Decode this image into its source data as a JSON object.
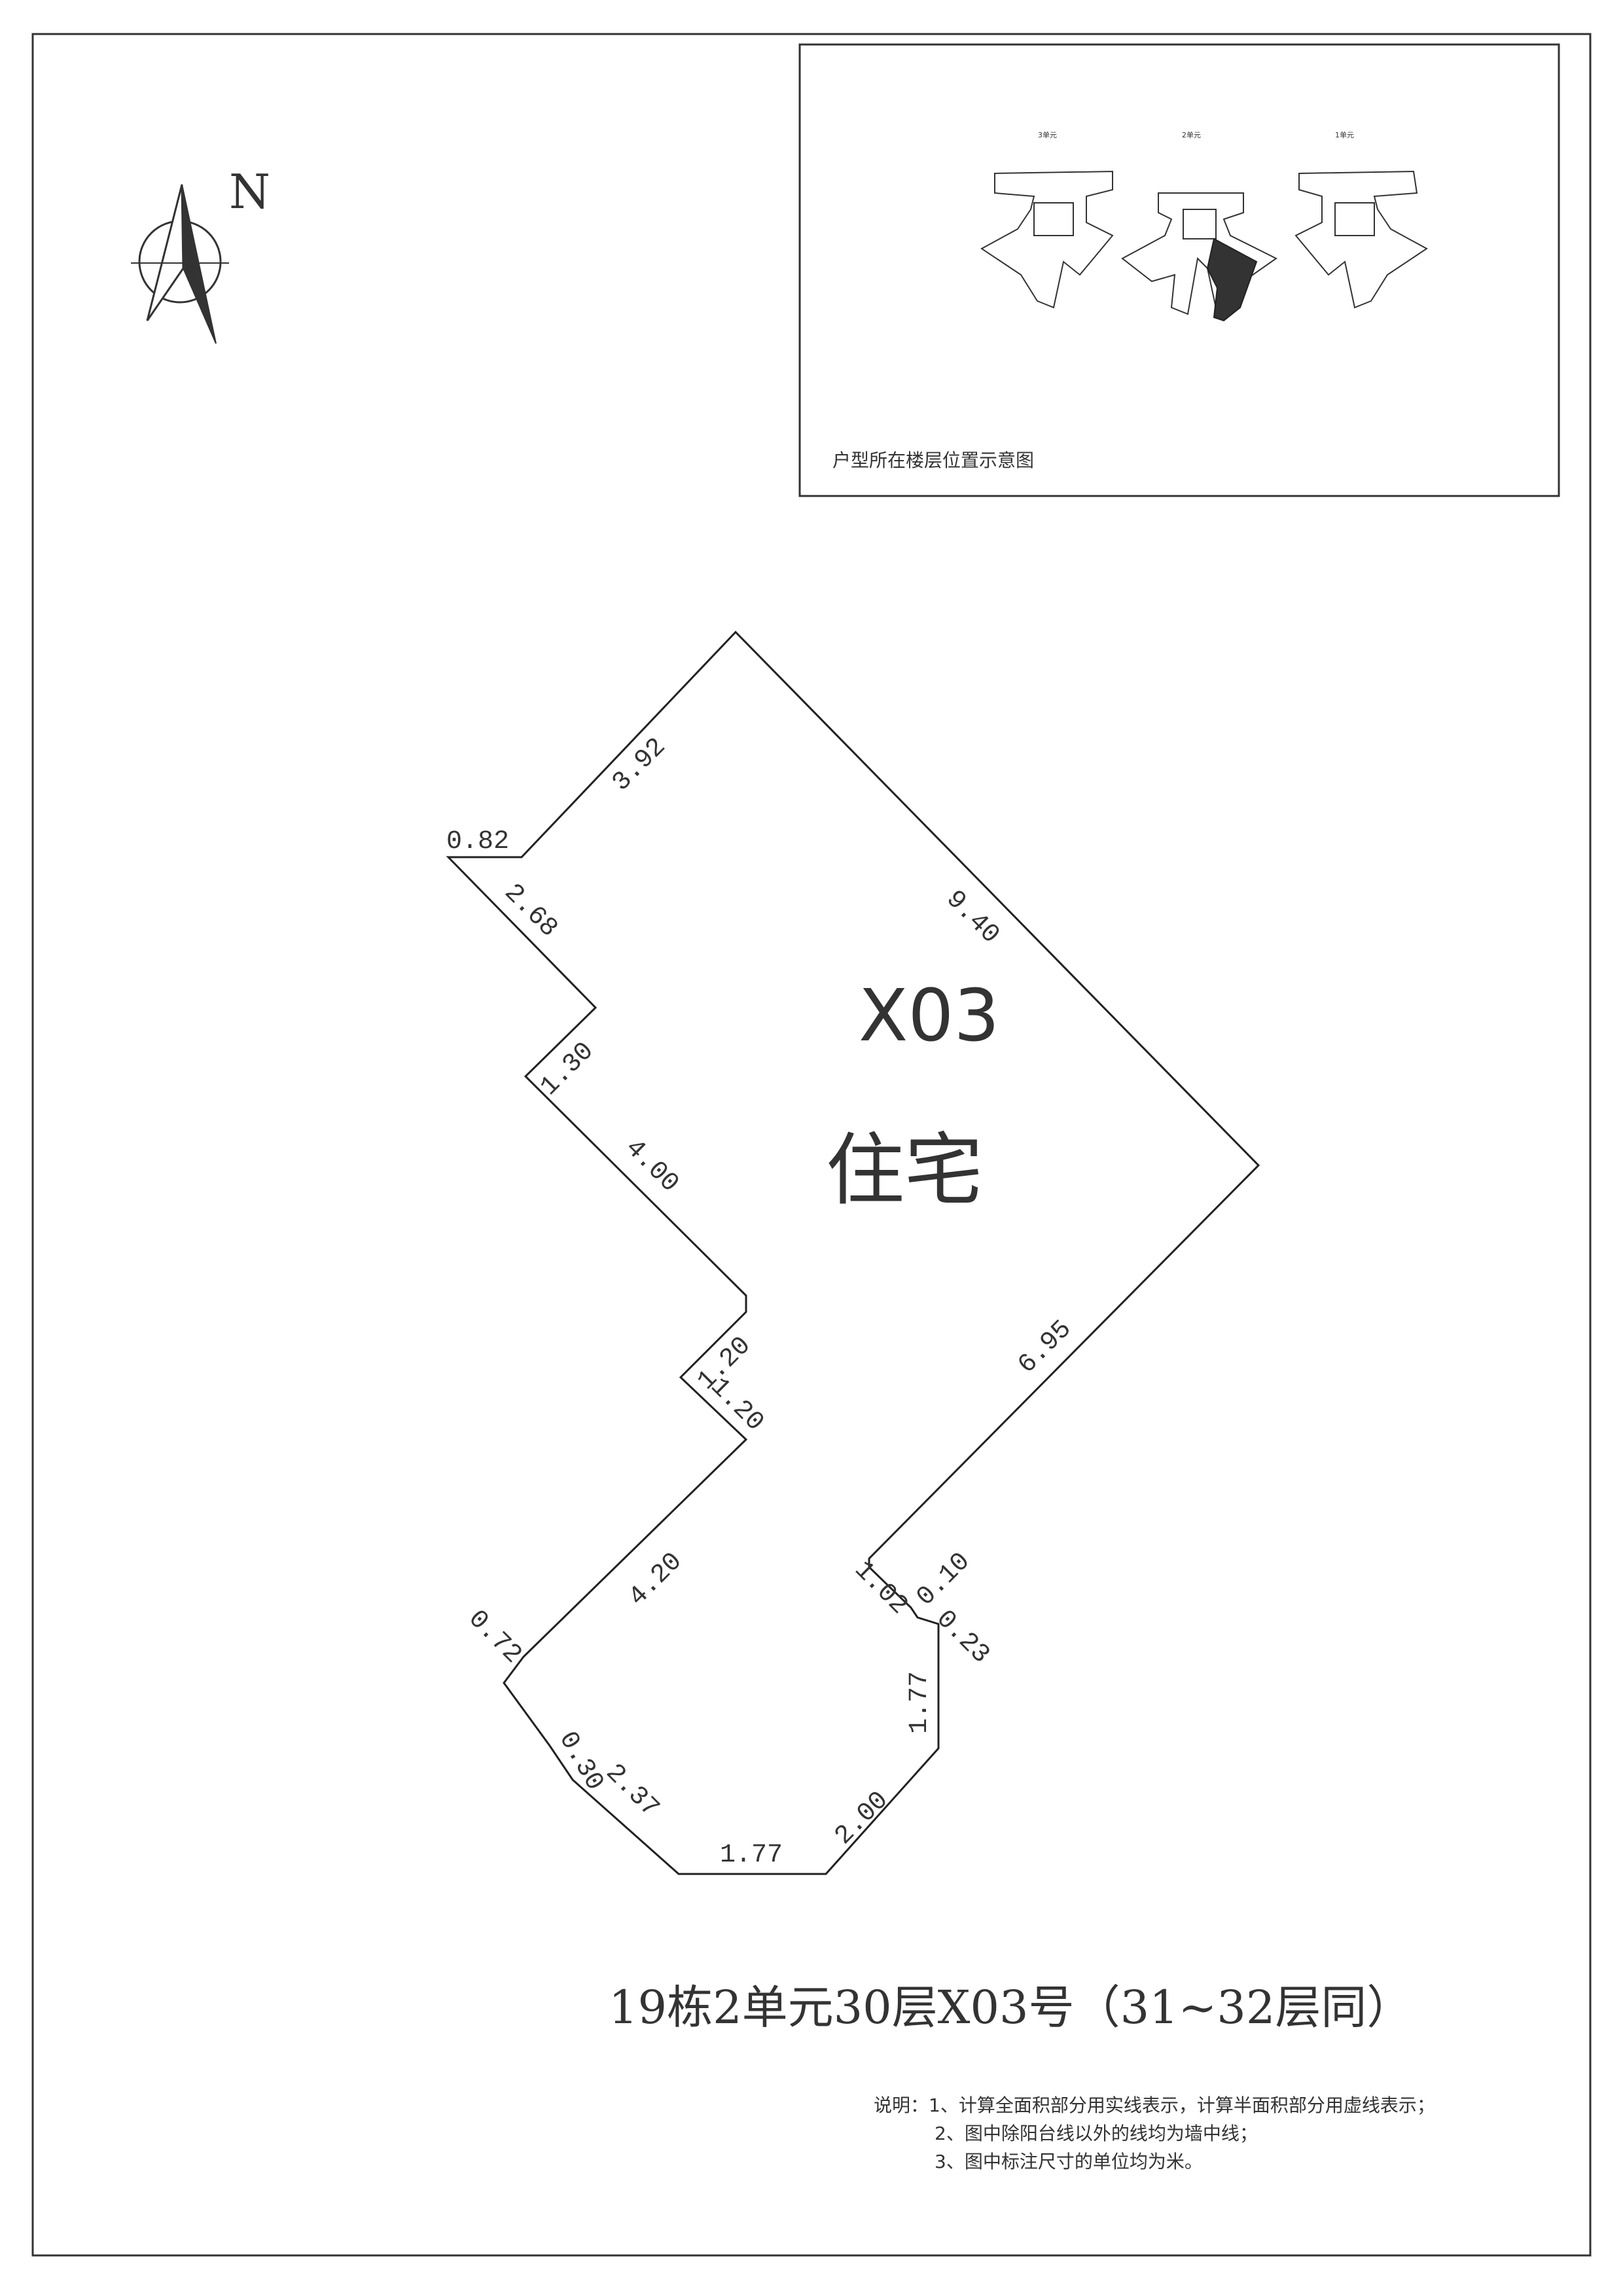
{
  "north_label": "N",
  "key_plan": {
    "caption": "户型所在楼层位置示意图",
    "units": [
      "3单元",
      "2单元",
      "1单元"
    ]
  },
  "unit": {
    "code": "X03",
    "use": "住宅"
  },
  "dimensions": {
    "d392": "3.92",
    "d082": "0.82",
    "d940": "9.40",
    "d268": "2.68",
    "d130": "1.30",
    "d400": "4.00",
    "d120a": "1.20",
    "d120b": "1.20",
    "d695": "6.95",
    "d420": "4.20",
    "d010": "0.10",
    "d102": "1.02",
    "d023": "0.23",
    "d072": "0.72",
    "d177a": "1.77",
    "d030": "0.30",
    "d237": "2.37",
    "d200": "2.00",
    "d177b": "1.77"
  },
  "title": "19栋2单元30层X03号（31~32层同）",
  "notes": [
    "说明：1、计算全面积部分用实线表示，计算半面积部分用虚线表示；",
    "2、图中除阳台线以外的线均为墙中线；",
    "3、图中标注尺寸的单位均为米。"
  ]
}
